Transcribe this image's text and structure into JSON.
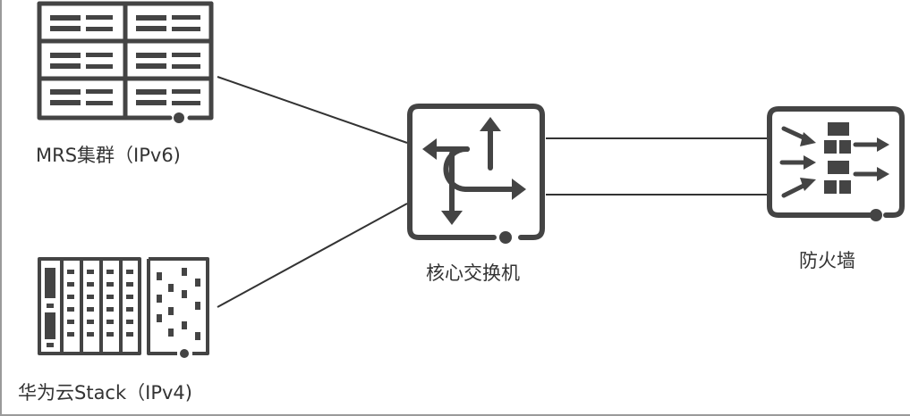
{
  "nodes": {
    "mrs": {
      "label": "MRS集群（IPv6)"
    },
    "hcs": {
      "label": "华为云Stack（IPv4)"
    },
    "switch": {
      "label": "核心交换机"
    },
    "firewall": {
      "label": "防火墙"
    }
  },
  "style": {
    "stroke": "#444444",
    "line": "#333333",
    "text": "#333333"
  }
}
